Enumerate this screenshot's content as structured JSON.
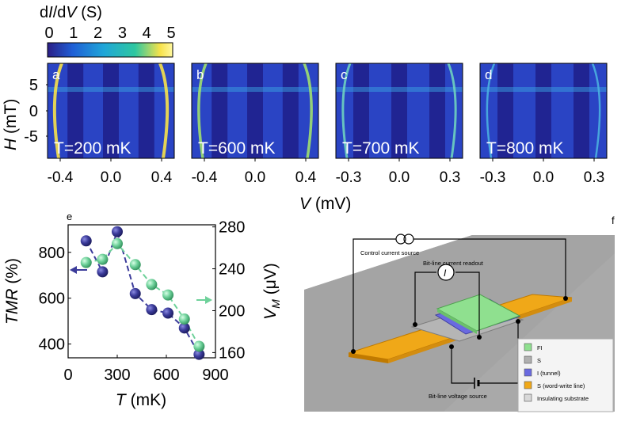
{
  "colorbar": {
    "label_main": "dI/dV (S)",
    "ticks": [
      "0",
      "1",
      "2",
      "3",
      "4",
      "5"
    ],
    "colors": [
      "#2b1e86",
      "#1f5fd6",
      "#1fa6d8",
      "#2ec7a0",
      "#f7e24a",
      "#fff8a0"
    ]
  },
  "top_panels": {
    "ylabel": "H (mT)",
    "yticks": [
      "5",
      "0",
      "-5"
    ],
    "xlabel": "V (mV)",
    "panels": [
      {
        "letter": "a",
        "temp": "T=200 mK",
        "xticks": [
          "-0.4",
          "0.0",
          "0.4"
        ]
      },
      {
        "letter": "b",
        "temp": "T=600 mK",
        "xticks": [
          "-0.4",
          "0.0",
          "0.4"
        ]
      },
      {
        "letter": "c",
        "temp": "T=700 mK",
        "xticks": [
          "-0.3",
          "0.0",
          "0.3"
        ]
      },
      {
        "letter": "d",
        "temp": "T=800 mK",
        "xticks": [
          "-0.3",
          "0.0",
          "0.3"
        ]
      }
    ]
  },
  "panel_e": {
    "letter": "e",
    "xlabel": "T (mK)",
    "ylabel_left": "TMR (%)",
    "ylabel_right": "V_M (μV)",
    "xticks": [
      "0",
      "300",
      "600",
      "900"
    ],
    "yticks_left": [
      "400",
      "600",
      "800"
    ],
    "yticks_right": [
      "160",
      "200",
      "240",
      "280"
    ]
  },
  "panel_f": {
    "letter": "f",
    "labels": {
      "control": "Control current source",
      "readout": "Bit-line current readout",
      "ammeter": "I",
      "voltage": "Bit-line voltage source"
    },
    "legend": [
      {
        "label": "FI",
        "color": "#8fe08f"
      },
      {
        "label": "S",
        "color": "#b0b0b0"
      },
      {
        "label": "I (tunnel)",
        "color": "#6a6ae0"
      },
      {
        "label": "S (word-write line)",
        "color": "#f0a818"
      },
      {
        "label": "Insulating substrate",
        "color": "#d8d8d8"
      }
    ]
  },
  "chart_data": {
    "type": "scatter",
    "x": [
      120,
      200,
      300,
      400,
      500,
      600,
      700,
      800
    ],
    "xlabel": "T (mK)",
    "xlim": [
      0,
      900
    ],
    "series": [
      {
        "name": "TMR",
        "axis": "left",
        "color": "#3b3b9a",
        "x": [
          110,
          210,
          300,
          410,
          510,
          610,
          710,
          800
        ],
        "values": [
          850,
          715,
          890,
          620,
          550,
          535,
          470,
          355
        ]
      },
      {
        "name": "V_M",
        "axis": "right",
        "color": "#6ed19a",
        "x": [
          110,
          210,
          300,
          410,
          510,
          610,
          710,
          800
        ],
        "values": [
          246,
          249,
          264,
          244,
          225,
          215,
          192,
          166
        ]
      }
    ],
    "ylim_left": [
      340,
      920
    ],
    "ylim_right": [
      155,
      282
    ]
  }
}
